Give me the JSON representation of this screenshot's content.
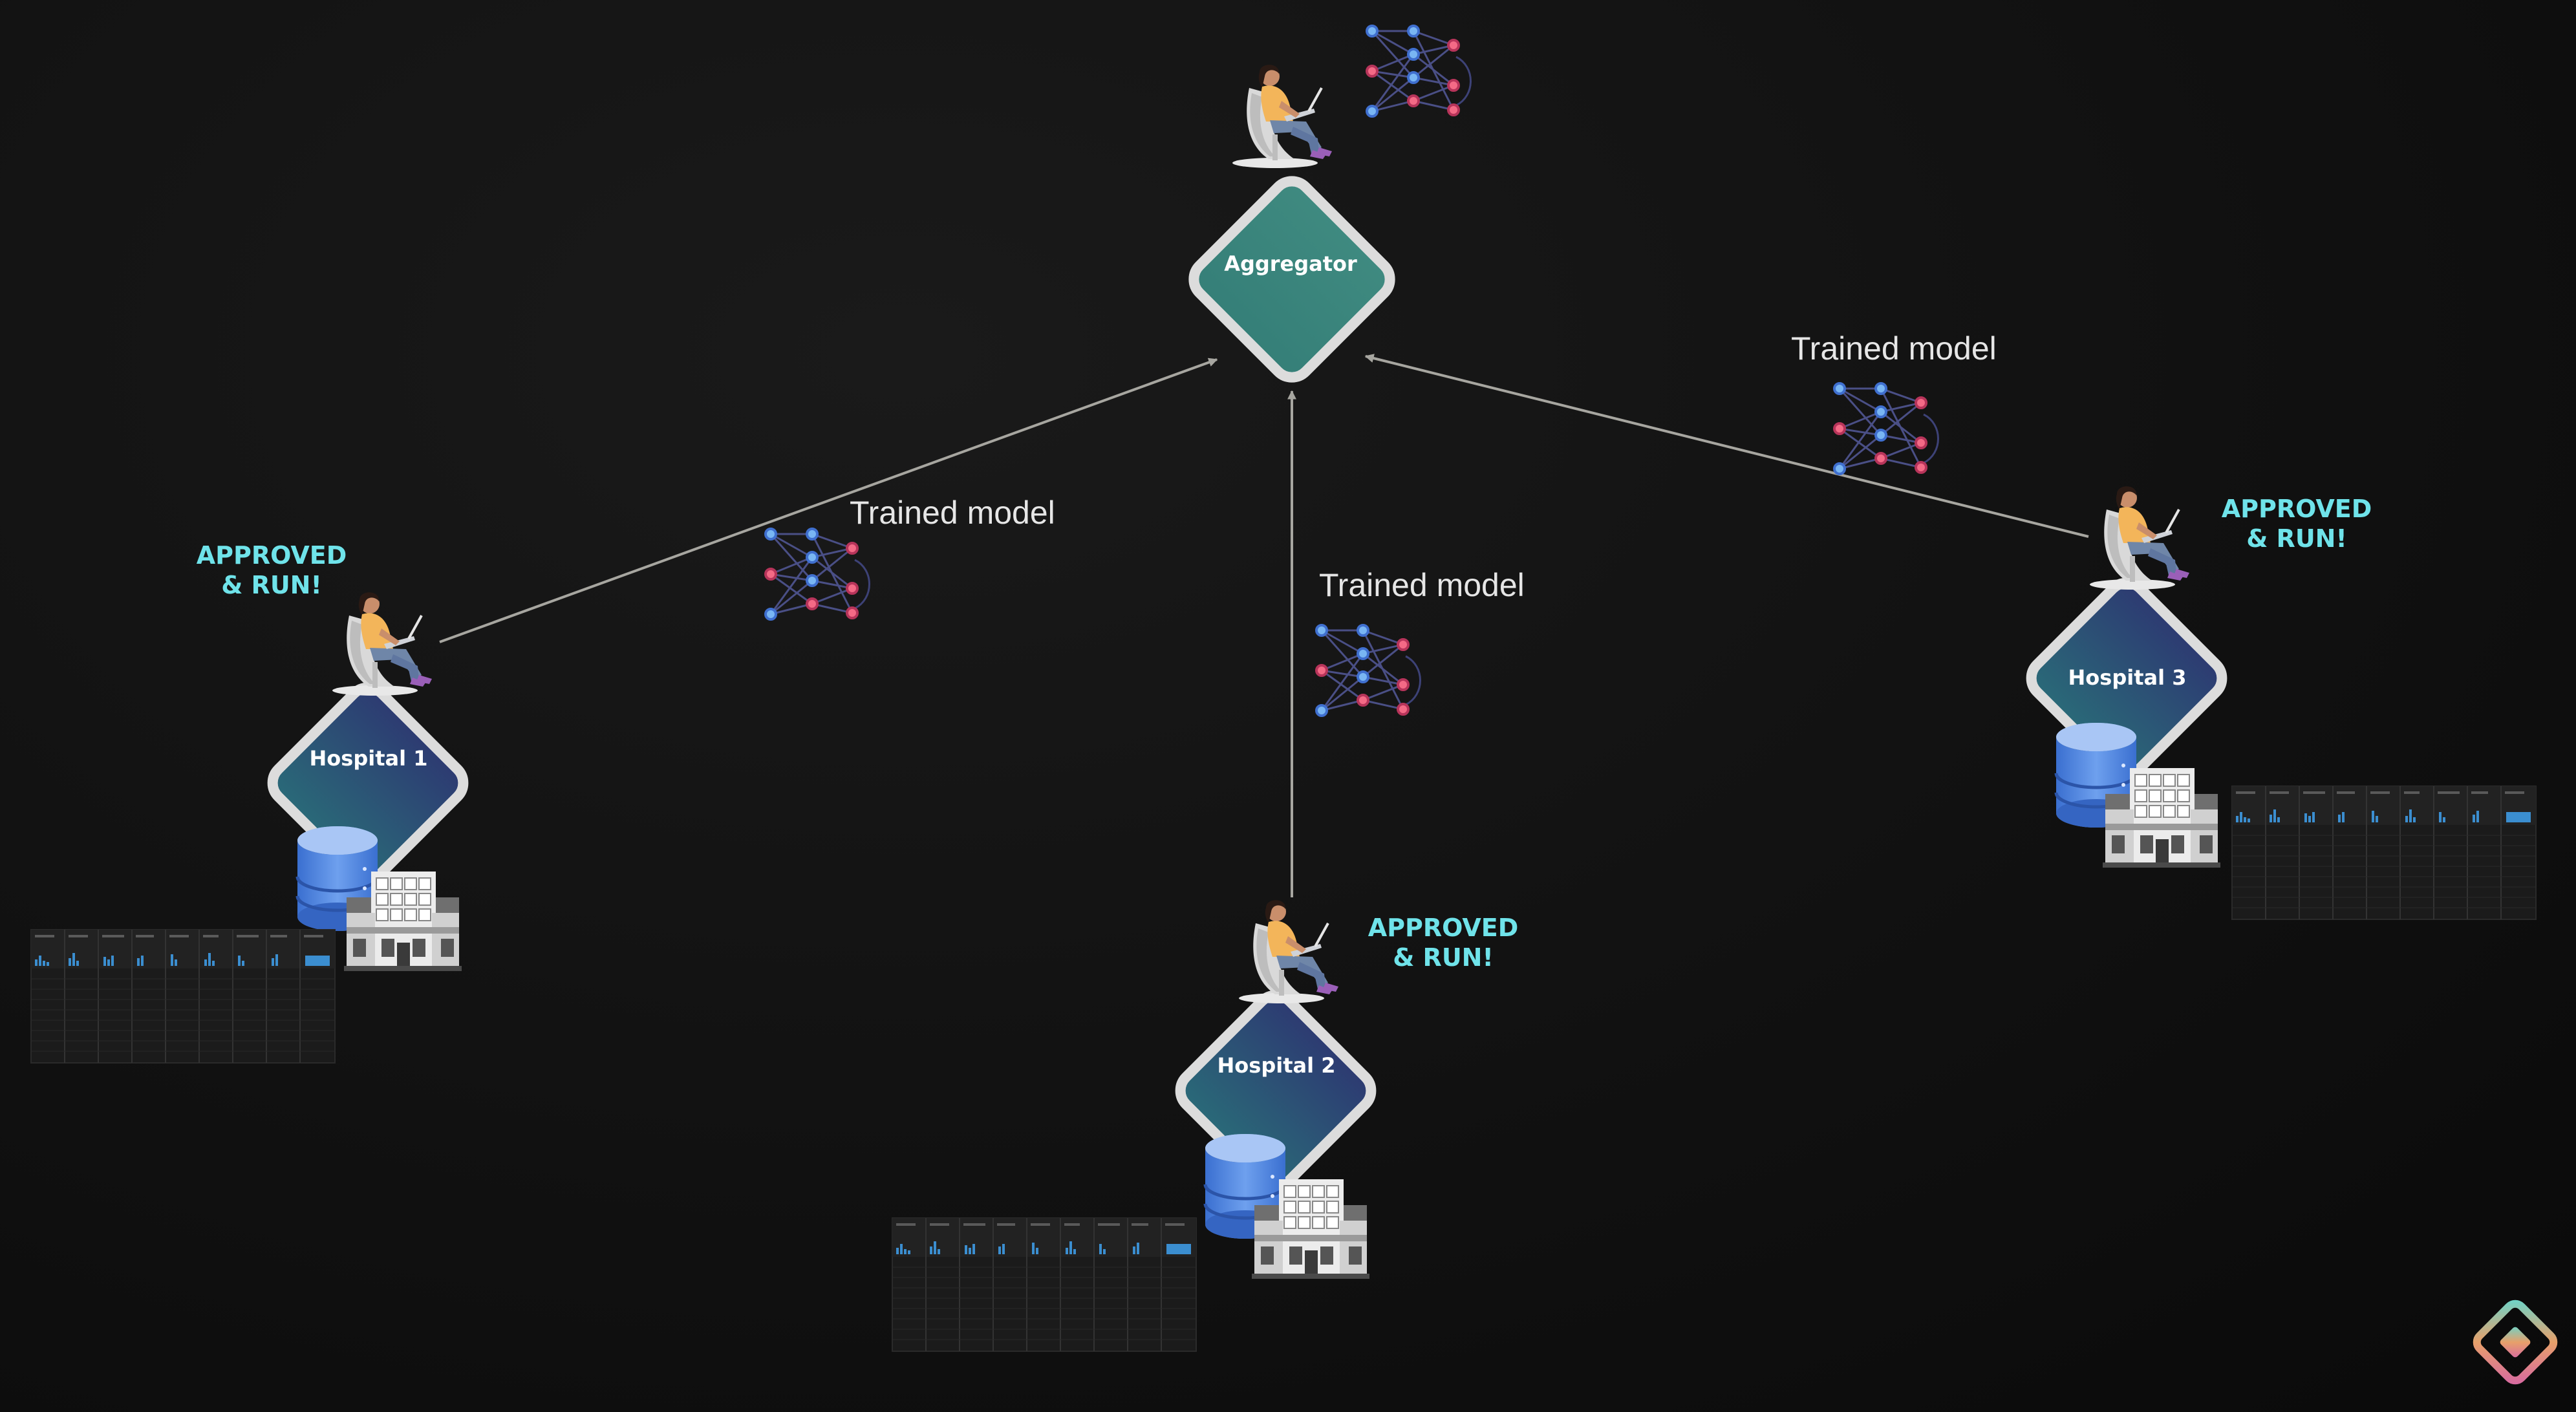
{
  "colors": {
    "background": "#111111",
    "aggregator_fill": "#3f8a80",
    "hospital_fill_top": "#2d3a72",
    "hospital_fill_bottom": "#2a6a78",
    "node_border": "#dcdcdc",
    "edge": "#a7a6a0",
    "approved_text": "#6fe3ea",
    "edge_label_text": "#e6e6e6"
  },
  "aggregator": {
    "label": "Aggregator"
  },
  "hospitals": [
    {
      "label": "Hospital 1",
      "status": [
        "APPROVED",
        "& RUN!"
      ]
    },
    {
      "label": "Hospital 2",
      "status": [
        "APPROVED",
        "& RUN!"
      ]
    },
    {
      "label": "Hospital 3",
      "status": [
        "APPROVED",
        "& RUN!"
      ]
    }
  ],
  "edges": [
    {
      "from": "Hospital 1",
      "to": "Aggregator",
      "label": "Trained model"
    },
    {
      "from": "Hospital 2",
      "to": "Aggregator",
      "label": "Trained model"
    },
    {
      "from": "Hospital 3",
      "to": "Aggregator",
      "label": "Trained model"
    }
  ],
  "icons": {
    "person": "person-with-laptop-icon",
    "model": "neural-network-icon",
    "database": "database-icon",
    "building": "hospital-building-icon",
    "dataset": "dataset-table-thumbnail",
    "logo": "diamond-logo-icon"
  }
}
